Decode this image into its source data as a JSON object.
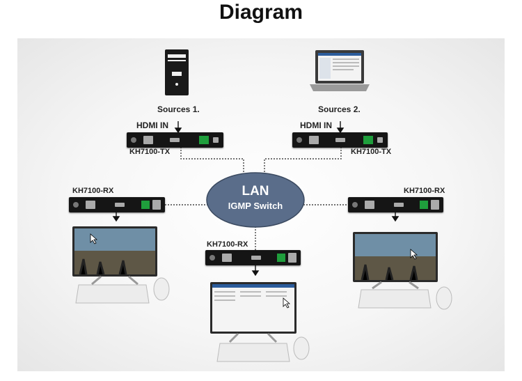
{
  "title": "Diagram",
  "hub": {
    "line1": "LAN",
    "line2": "IGMP Switch"
  },
  "sources": [
    {
      "label": "Sources 1.",
      "icon": "desktop-pc-icon"
    },
    {
      "label": "Sources 2.",
      "icon": "laptop-icon"
    }
  ],
  "transmitters": [
    {
      "in_label": "HDMI IN",
      "model": "KH7100-TX"
    },
    {
      "in_label": "HDMI IN",
      "model": "KH7100-TX"
    }
  ],
  "receivers": [
    {
      "model": "KH7100-RX"
    },
    {
      "model": "KH7100-RX"
    },
    {
      "model": "KH7100-RX"
    }
  ],
  "colors": {
    "hub": "#5a6d8a",
    "port_green": "#1f9e3c",
    "device_body": "#151515"
  }
}
